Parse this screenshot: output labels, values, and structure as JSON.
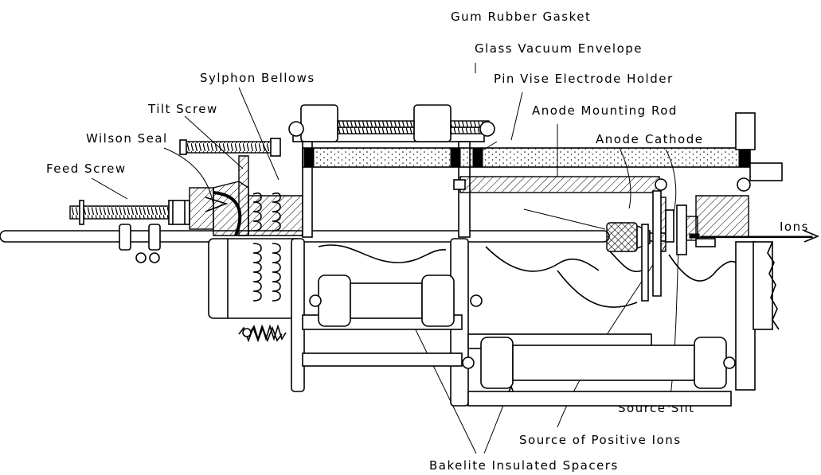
{
  "labels": {
    "gum_rubber_gasket": "Gum Rubber Gasket",
    "glass_vacuum_envelope": "Glass Vacuum Envelope",
    "pin_vise_electrode_holder": "Pin Vise Electrode Holder",
    "anode_mounting_rod": "Anode Mounting Rod",
    "anode": "Anode",
    "cathode": "Cathode",
    "ions": "Ions",
    "sylphon_bellows": "Sylphon Bellows",
    "tilt_screw": "Tilt Screw",
    "wilson_seal": "Wilson Seal",
    "feed_screw": "Feed Screw",
    "source_slit": "Source Slit",
    "source_of_positive_ions": "Source of Positive Ions",
    "bakelite_insulated_spacers": "Bakelite Insulated Spacers"
  }
}
